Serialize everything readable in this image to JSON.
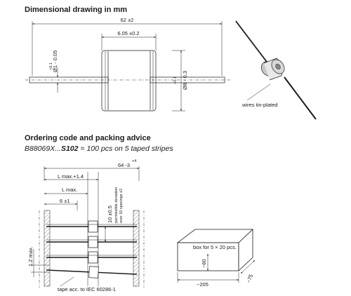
{
  "dimensional": {
    "heading": "Dimensional drawing in mm",
    "dim_overall": "62 ±2",
    "dim_body": "6.05 ±0.2",
    "dim_wire": "+0.1",
    "dim_wire2": "1 - 0.05",
    "dim_dia": "+0.1",
    "dim_dia2": "8 - 0.3",
    "wires_note": "wires tin-plated"
  },
  "ordering": {
    "heading": "Ordering code and packing advice",
    "code_prefix": "B88069X...",
    "code_bold": "S102",
    "code_suffix": " = 100 pcs on 5 taped stripes",
    "tape_plus": "+4",
    "tape_width": "64 -3",
    "l_max_tol": "L max.+1.4",
    "l_max": "L max.",
    "six": "6 ±1",
    "ten": "10 ±0.5",
    "permissible1": "permissible deviation",
    "permissible2": "over 10 spacings ±2",
    "one_two": "1.2 max.",
    "tape_acc": "tape acc. to IEC 60286-1",
    "box_label": "box for 5 × 20 pcs.",
    "box_60": "~60",
    "box_205": "~205",
    "box_75": "~75"
  }
}
